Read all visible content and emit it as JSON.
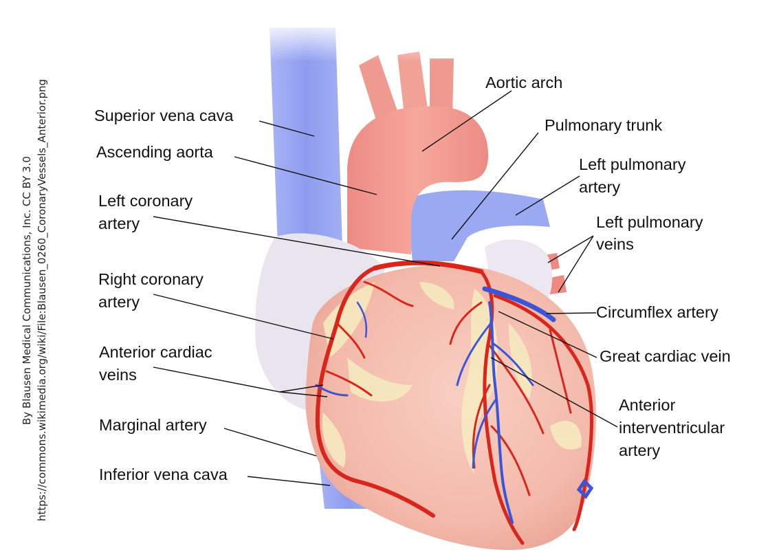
{
  "credit": {
    "line1": "By Blausen Medical Communications, Inc. CC BY 3.0",
    "line2": "https://commons.wikimedia.org/wiki/File:Blausen_0260_CoronaryVessels_Anterior.png"
  },
  "labels": {
    "superior_vena_cava": "Superior vena cava",
    "ascending_aorta": "Ascending aorta",
    "left_coronary_artery": [
      "Left coronary",
      "artery"
    ],
    "right_coronary_artery": [
      "Right coronary",
      "artery"
    ],
    "anterior_cardiac_veins": [
      "Anterior cardiac",
      "veins"
    ],
    "marginal_artery": "Marginal artery",
    "inferior_vena_cava": "Inferior vena cava",
    "aortic_arch": "Aortic arch",
    "pulmonary_trunk": "Pulmonary trunk",
    "left_pulmonary_artery": [
      "Left pulmonary",
      "artery"
    ],
    "left_pulmonary_veins": [
      "Left pulmonary",
      "veins"
    ],
    "circumflex_artery": "Circumflex artery",
    "great_cardiac_vein": "Great cardiac vein",
    "anterior_interventricular_artery": [
      "Anterior",
      "interventricular",
      "artery"
    ]
  },
  "colors": {
    "vein": "#8f9df0",
    "artery_vessel": "#f08e86",
    "heart_muscle": "#f6c2b4",
    "fat": "#f6ecc0",
    "atrium": "#e7e3ee",
    "coronary_artery": "#d8261c",
    "coronary_vein": "#3b55d8"
  }
}
